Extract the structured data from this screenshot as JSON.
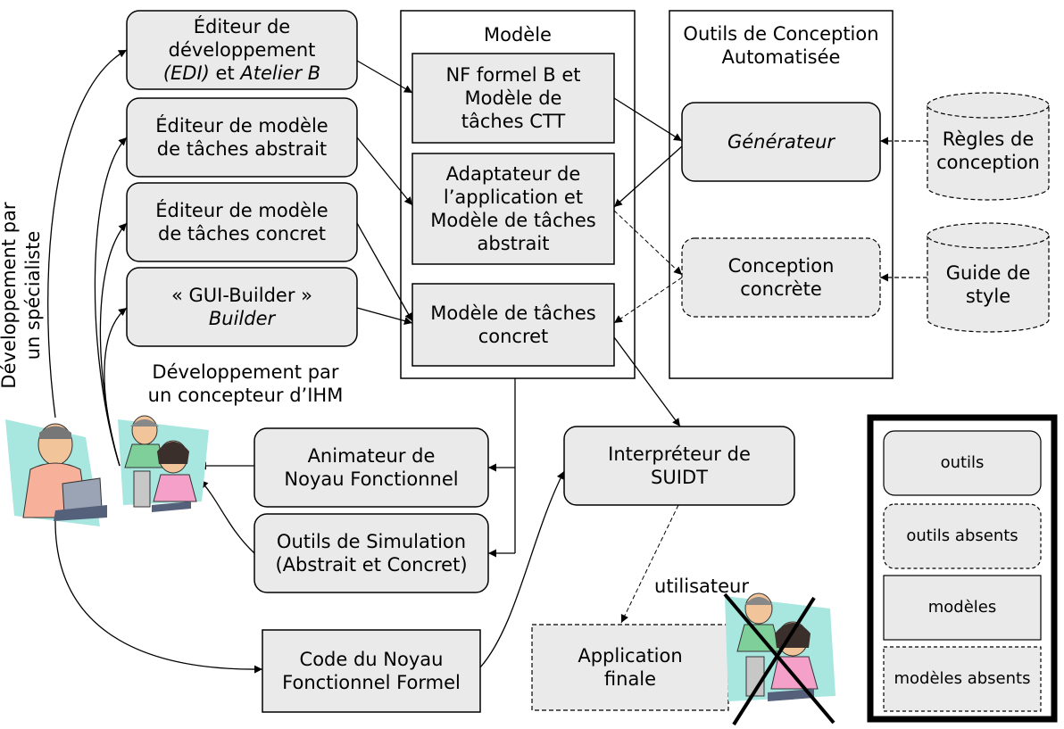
{
  "columns": {
    "modele_title": "Modèle",
    "outils_title": "Outils de Conception\nAutomatisée"
  },
  "editors": {
    "edi": {
      "line1": "Éditeur de",
      "line2": "développement",
      "line3_it1": "(EDI)",
      "line3_mid": " et ",
      "line3_it2": "Atelier B"
    },
    "abstract_task": "Éditeur de modèle\nde tâches abstrait",
    "concrete_task": "Éditeur de modèle\nde tâches concret",
    "gui_builder": {
      "line1": "« GUI-Builder »",
      "line2": "Builder"
    }
  },
  "models": {
    "nf_formel": "NF formel B et\nModèle de\ntâches CTT",
    "adaptateur": "Adaptateur de\nl’application et\nModèle de tâches\nabstrait",
    "concret": "Modèle de tâches\nconcret"
  },
  "design_tools": {
    "generateur": "Générateur",
    "conception_concrete": "Conception\nconcrète"
  },
  "databases": {
    "regles": "Règles de\nconception",
    "guide": "Guide de\nstyle"
  },
  "runtime": {
    "animateur": "Animateur de\nNoyau Fonctionnel",
    "simulation": "Outils de Simulation\n(Abstrait et Concret)",
    "interpreteur": "Interpréteur de\nSUIDT",
    "code_noyau": "Code du Noyau\nFonctionnel Formel",
    "application": "Application\nfinale"
  },
  "actors": {
    "specialiste": "Développement par\nun spécialiste",
    "concepteur": "Développement par\nun concepteur d’IHM",
    "utilisateur": "utilisateur"
  },
  "legend": {
    "outils": "outils",
    "outils_absents": "outils absents",
    "modeles": "modèles",
    "modeles_absents": "modèles absents"
  },
  "colors": {
    "box_fill": "#eaeaea",
    "stroke": "#000000",
    "clipart_teal": "#a8e6e0",
    "clipart_skin": "#f2c49a",
    "clipart_shirt": "#f4a0c8"
  }
}
